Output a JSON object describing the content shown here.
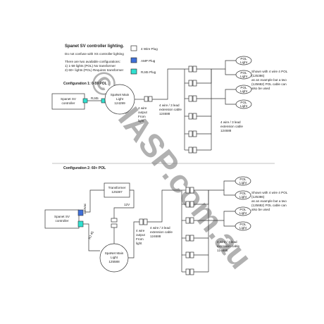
{
  "title": "Spanet SV controller lighting.",
  "subtitle": "Do not confuse with XS controller lighting",
  "intro": [
    "There are two available configurations:",
    "1) 1-59 lights (POL) No transformer",
    "2) 60+ lights (POL) Requires transformer"
  ],
  "legend": [
    {
      "label": "4 Wire Plug",
      "color": "#ffffff"
    },
    {
      "label": "AMP Plug",
      "color": "#3f6fd8"
    },
    {
      "label": "RJ45 Plug",
      "color": "#2fe0d0"
    }
  ],
  "config1": {
    "heading": "Configuration 1: 0-59 POL",
    "controller": [
      "Spanet SV",
      "controller"
    ],
    "rj45": "RJ45",
    "main_light": [
      "SpaNet Main",
      "Light",
      "124299"
    ],
    "wire_output": [
      "4 wire",
      "output",
      "From",
      "light"
    ],
    "cable1": [
      "4 wire / 3 lead",
      "extension cable",
      "124688"
    ],
    "cable2": [
      "4 wire / 3 lead",
      "extension cable",
      "124688"
    ],
    "note": [
      "Shown with 4 wire 4 POL",
      "(125386)",
      "as an example but a two",
      "(125682) POL cable can",
      "also be used"
    ]
  },
  "config2": {
    "heading": "Configuration 2: 60+ POL",
    "transformer": [
      "Transformer",
      "125387"
    ],
    "v12": "12V",
    "v240": "240Vac",
    "controller": [
      "Spanet SV",
      "controller"
    ],
    "rj45": "RJ 45",
    "main_light": [
      "SpaNet Main",
      "Light",
      "125588"
    ],
    "wire_output": [
      "4 wire",
      "output",
      "From",
      "light"
    ],
    "cable1": [
      "4 wire / 3 lead",
      "extension cable",
      "124688"
    ],
    "cable2": [
      "4 wire / 3 lead",
      "extension cable",
      "124688"
    ],
    "note": [
      "Shown with 4 wire 4 POL",
      "(125386)",
      "as an example but a two",
      "(125682) POL cable can",
      "also be used"
    ]
  },
  "pol_label": [
    "POL",
    "Light"
  ],
  "watermark": "© HASP.com.au"
}
